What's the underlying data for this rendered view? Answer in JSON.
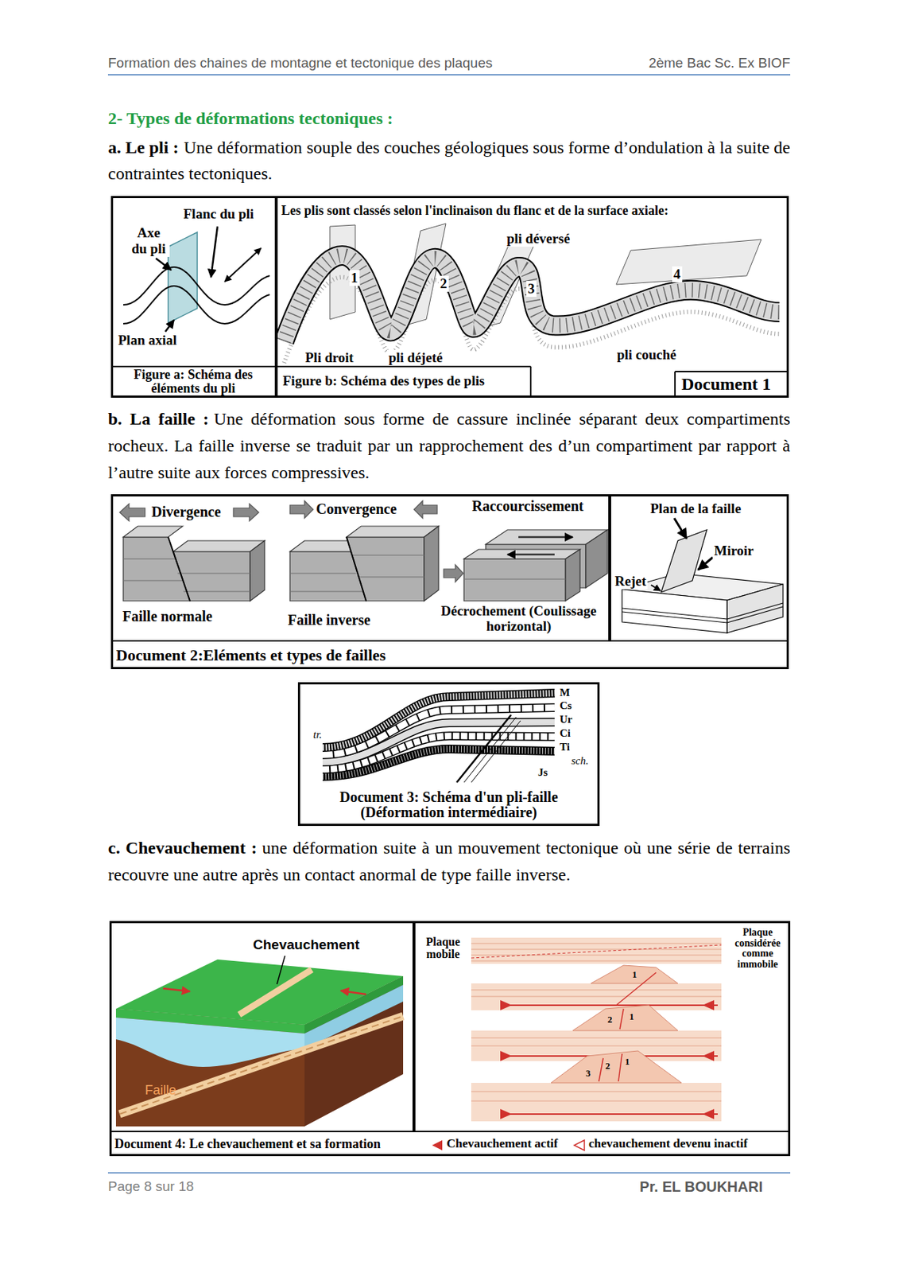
{
  "diagram": {
    "title": "2- Types de déformations tectoniques :",
    "nodes": [
      {
        "text": [
          "Document 1"
        ]
      },
      {
        "text": [
          "Flanc du pli",
          "Axe du pli",
          "Plan axial",
          "Figure a: Schéma des éléments du pli"
        ],
        "in": 0
      },
      {
        "text": [
          "Les plis sont classés selon l'inclinaison du flanc et de la surface axiale:",
          "1",
          "2",
          "3",
          "4",
          "pli déversé",
          "Pli droit",
          "pli déjeté",
          "pli couché",
          "Figure b: Schéma des types de plis"
        ],
        "in": 0
      },
      {
        "text": [
          "Document 2:Eléments et types de failles"
        ]
      },
      {
        "text": [
          "Divergence",
          "Convergence",
          "Raccourcissement",
          "Faille normale",
          "Faille inverse",
          "Décrochement (Coulissage horizontal)"
        ],
        "in": 3
      },
      {
        "text": [
          "Plan de la faille",
          "Miroir",
          "Rejet"
        ],
        "in": 3
      },
      {
        "text": [
          "tr.",
          "M",
          "Cs",
          "Ur",
          "Ci",
          "Ti",
          "sch.",
          "Js",
          "Document 3: Schéma d'un pli-faille (Déformation intermédiaire)"
        ]
      },
      {
        "text": [
          "Document 4: Le chevauchement et sa formation"
        ]
      },
      {
        "text": [
          "Chevauchement",
          "Faille"
        ],
        "in": 7
      },
      {
        "text": [
          "Plaque mobile",
          "Plaque considérée comme immobile",
          "1",
          "2",
          "1",
          "3",
          "2",
          "1"
        ],
        "in": 7
      }
    ],
    "labels": [
      "Formation des chaines de montagne et tectonique des plaques",
      "2ème Bac Sc. Ex BIOF",
      "a. Le pli :",
      "Une déformation souple des couches géologiques sous forme d’ondulation à la suite de contraintes tectoniques.",
      "b. La faille :",
      "Une déformation sous forme de cassure inclinée séparant deux compartiments rocheux. La faille inverse se traduit par un rapprochement des d’un compartiment par rapport à l’autre suite aux forces compressives.",
      "c. Chevauchement :",
      "une déformation suite à un mouvement tectonique où une série de terrains recouvre une autre après un contact anormal de type faille inverse.",
      "Page 8 sur 18",
      "Pr. EL BOUKHARI"
    ],
    "legend": [
      {
        "text": "Chevauchement actif"
      },
      {
        "text": "chevauchement devenu inactif"
      }
    ]
  }
}
